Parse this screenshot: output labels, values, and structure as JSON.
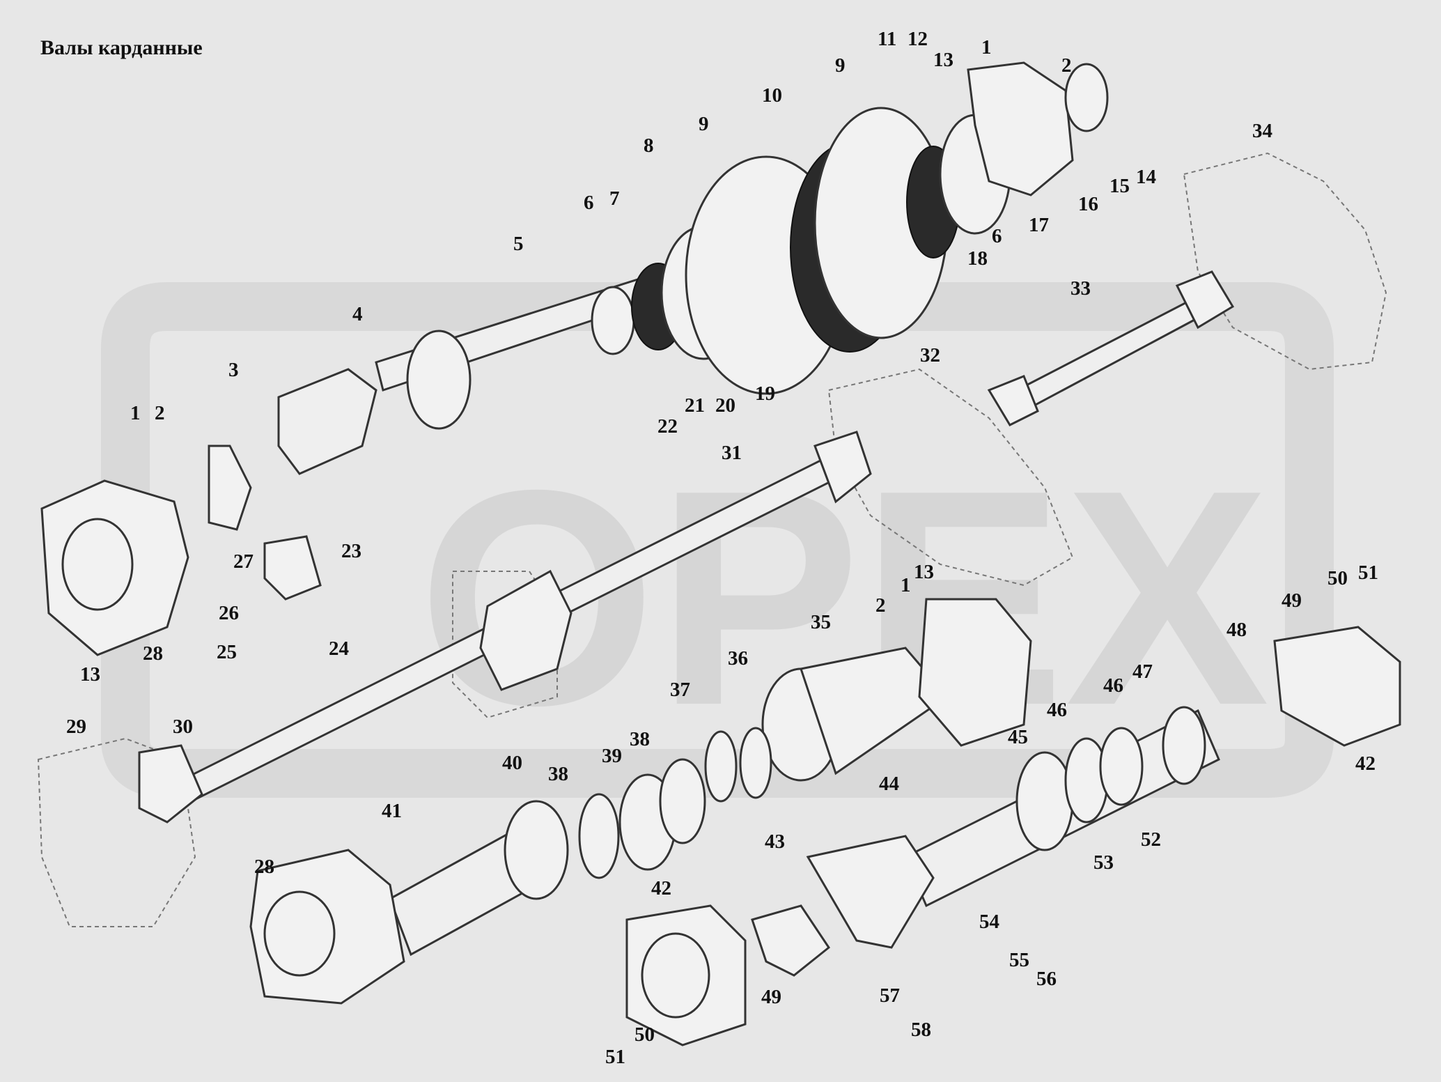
{
  "title": "Валы карданные",
  "watermark": "ОРЕХ",
  "colors": {
    "background": "#e7e7e7",
    "ink": "#111111",
    "watermark": "#d6d6d6"
  },
  "labels": [
    {
      "text": "1"
    },
    {
      "text": "2"
    },
    {
      "text": "3"
    },
    {
      "text": "4"
    },
    {
      "text": "5"
    },
    {
      "text": "6"
    },
    {
      "text": "7"
    },
    {
      "text": "8"
    },
    {
      "text": "9"
    },
    {
      "text": "10"
    },
    {
      "text": "9"
    },
    {
      "text": "11"
    },
    {
      "text": "12"
    },
    {
      "text": "13"
    },
    {
      "text": "1"
    },
    {
      "text": "2"
    },
    {
      "text": "14"
    },
    {
      "text": "15"
    },
    {
      "text": "16"
    },
    {
      "text": "17"
    },
    {
      "text": "6"
    },
    {
      "text": "18"
    },
    {
      "text": "19"
    },
    {
      "text": "20"
    },
    {
      "text": "21"
    },
    {
      "text": "22"
    },
    {
      "text": "23"
    },
    {
      "text": "24"
    },
    {
      "text": "25"
    },
    {
      "text": "26"
    },
    {
      "text": "27"
    },
    {
      "text": "28"
    },
    {
      "text": "13"
    },
    {
      "text": "29"
    },
    {
      "text": "30"
    },
    {
      "text": "31"
    },
    {
      "text": "32"
    },
    {
      "text": "33"
    },
    {
      "text": "34"
    },
    {
      "text": "13"
    },
    {
      "text": "1"
    },
    {
      "text": "2"
    },
    {
      "text": "35"
    },
    {
      "text": "36"
    },
    {
      "text": "37"
    },
    {
      "text": "38"
    },
    {
      "text": "38"
    },
    {
      "text": "39"
    },
    {
      "text": "40"
    },
    {
      "text": "41"
    },
    {
      "text": "28"
    },
    {
      "text": "42"
    },
    {
      "text": "43"
    },
    {
      "text": "44"
    },
    {
      "text": "45"
    },
    {
      "text": "46"
    },
    {
      "text": "46"
    },
    {
      "text": "47"
    },
    {
      "text": "48"
    },
    {
      "text": "49"
    },
    {
      "text": "50"
    },
    {
      "text": "51"
    },
    {
      "text": "42"
    },
    {
      "text": "52"
    },
    {
      "text": "53"
    },
    {
      "text": "54"
    },
    {
      "text": "55"
    },
    {
      "text": "56"
    },
    {
      "text": "57"
    },
    {
      "text": "58"
    },
    {
      "text": "49"
    },
    {
      "text": "50"
    },
    {
      "text": "51"
    }
  ]
}
